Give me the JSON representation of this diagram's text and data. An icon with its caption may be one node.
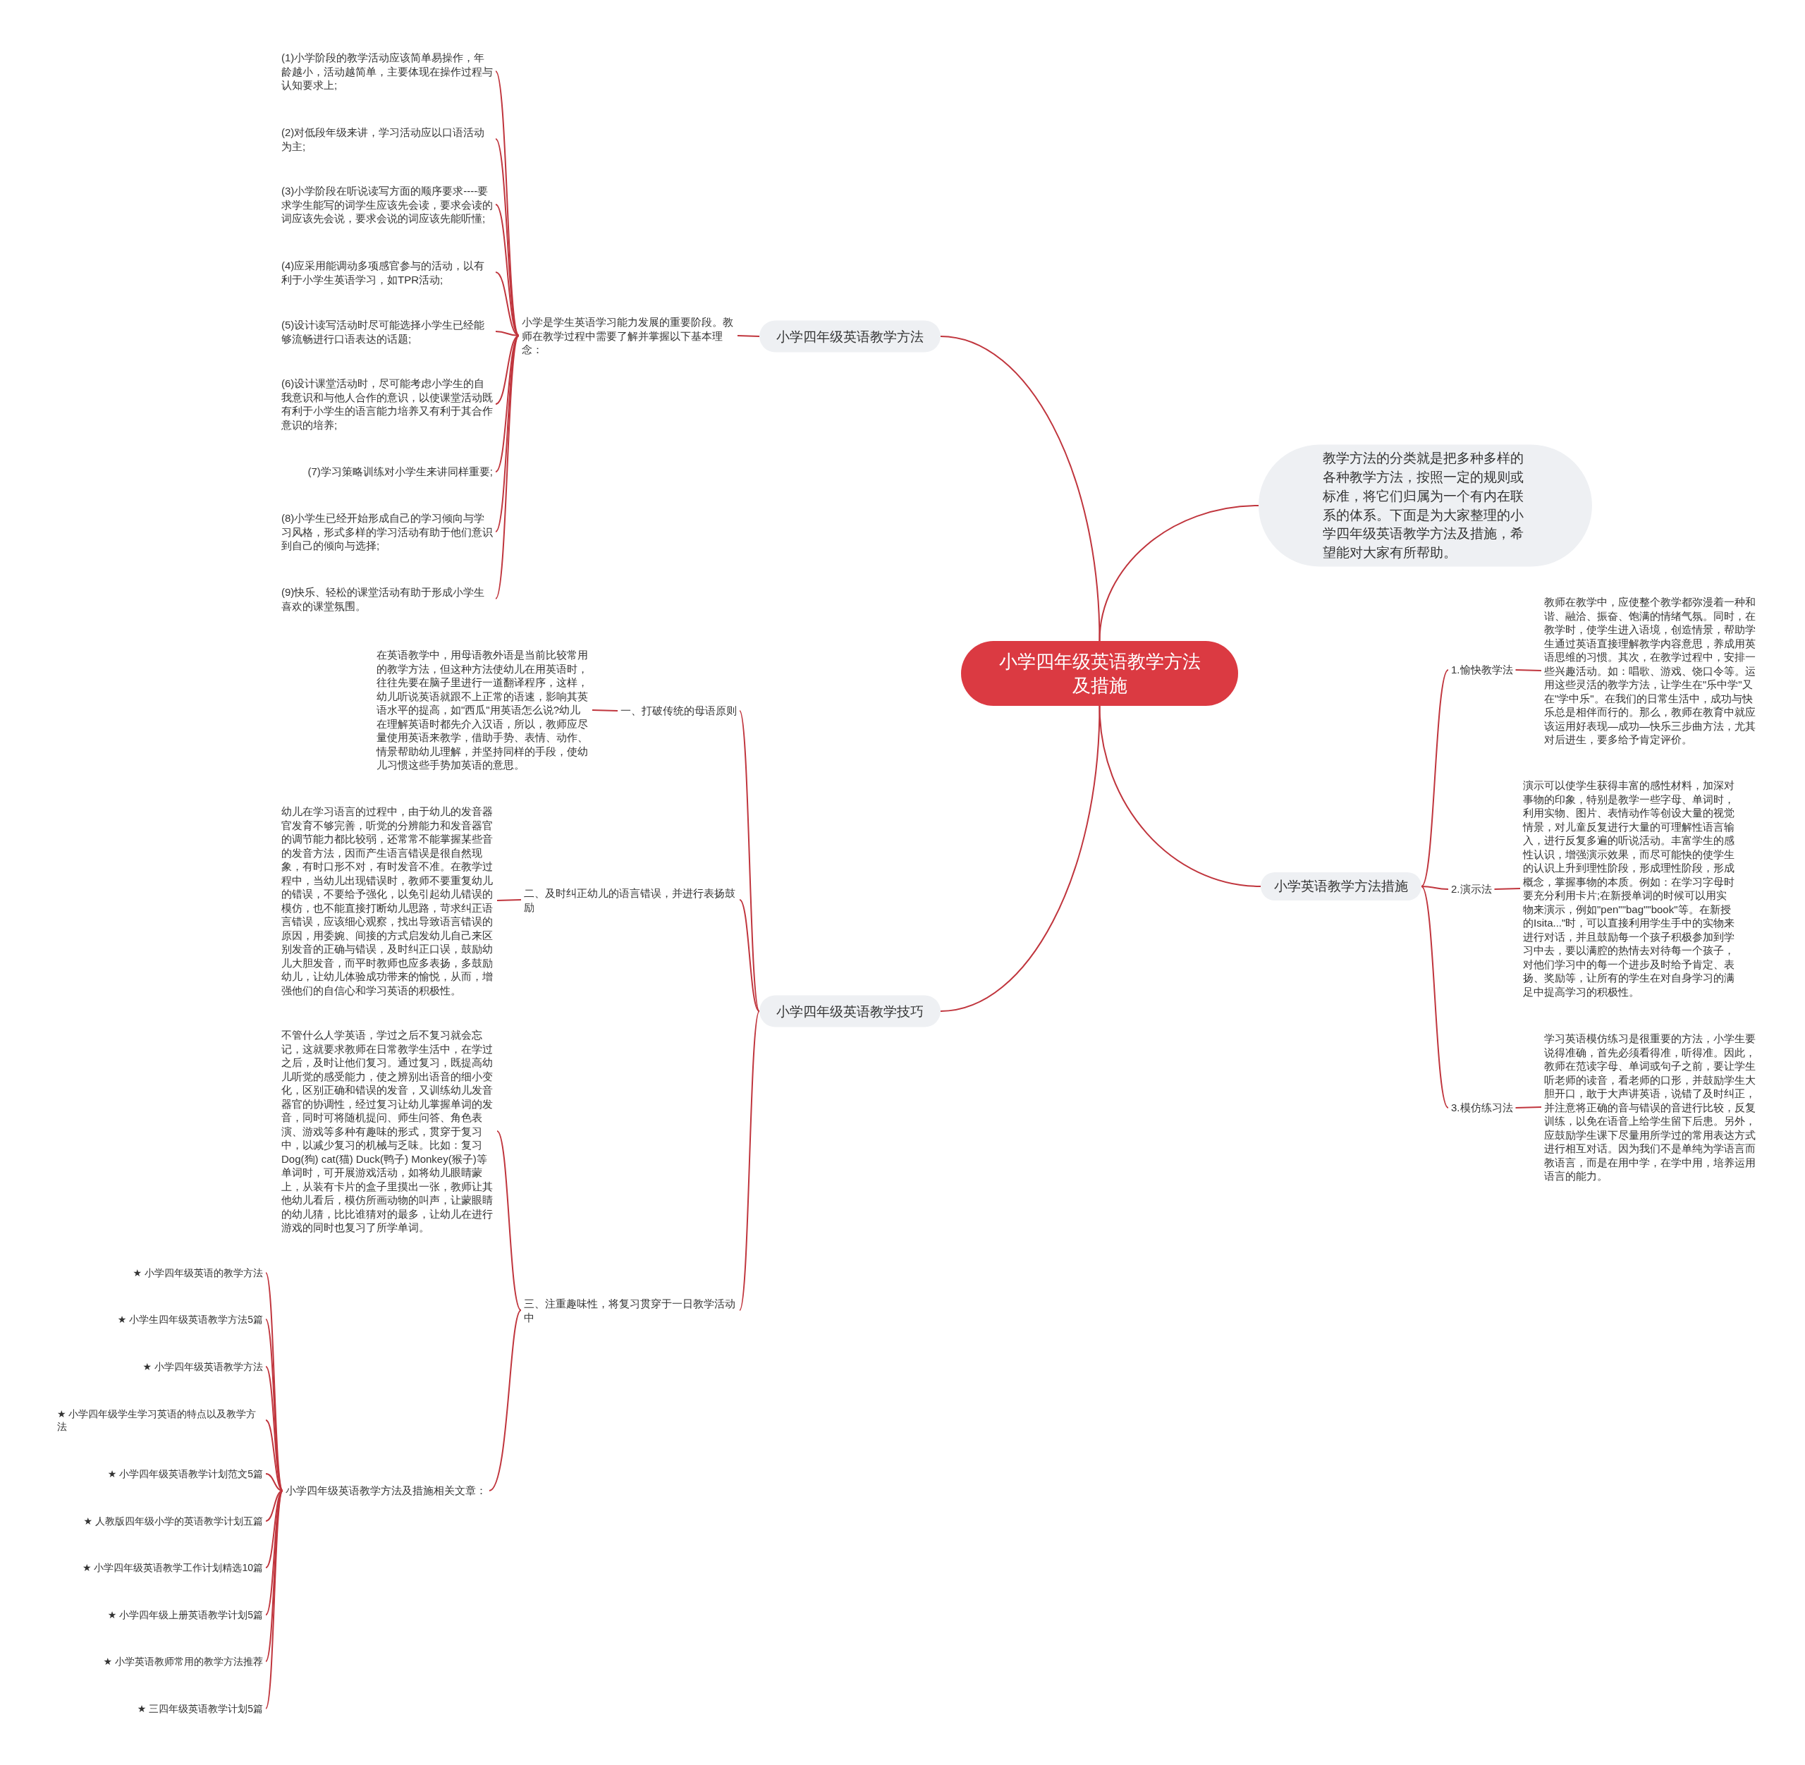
{
  "diagram": {
    "nodes": [
      {
        "text": [
          "小学四年级英语教学方法及措施"
        ]
      },
      {
        "text": [
          "小学四年级英语教学方法"
        ]
      },
      {
        "text": [
          "小学是学生英语学习能力发展的重要阶段。教师在教学过程中需要了解并掌握以下基本理念："
        ]
      },
      {
        "text": [
          "(1)小学阶段的教学活动应该简单易操作，年龄越小，活动越简单，主要体现在操作过程与认知要求上;"
        ]
      },
      {
        "text": [
          "(2)对低段年级来讲，学习活动应以口语活动为主;"
        ]
      },
      {
        "text": [
          "(3)小学阶段在听说读写方面的顺序要求----要求学生能写的词学生应该先会读，要求会读的词应该先会说，要求会说的词应该先能听懂;"
        ]
      },
      {
        "text": [
          "(4)应采用能调动多项感官参与的活动，以有利于小学生英语学习，如TPR活动;"
        ]
      },
      {
        "text": [
          "(5)设计读写活动时尽可能选择小学生已经能够流畅进行口语表达的话题;"
        ]
      },
      {
        "text": [
          "(6)设计课堂活动时，尽可能考虑小学生的自我意识和与他人合作的意识，以使课堂活动既有利于小学生的语言能力培养又有利于其合作意识的培养;"
        ]
      },
      {
        "text": [
          "(7)学习策略训练对小学生来讲同样重要;"
        ]
      },
      {
        "text": [
          "(8)小学生已经开始形成自己的学习倾向与学习风格，形式多样的学习活动有助于他们意识到自己的倾向与选择;"
        ]
      },
      {
        "text": [
          "(9)快乐、轻松的课堂活动有助于形成小学生喜欢的课堂氛围。"
        ]
      },
      {
        "text": [
          "教学方法的分类就是把多种多样的各种教学方法，按照一定的规则或标准，将它们归属为一个有内在联系的体系。下面是为大家整理的小学四年级英语教学方法及措施，希望能对大家有所帮助。"
        ]
      },
      {
        "text": [
          "小学英语教学方法措施"
        ]
      },
      {
        "text": [
          "1.愉快教学法"
        ]
      },
      {
        "text": [
          "教师在教学中，应使整个教学都弥漫着一种和谐、融洽、振奋、饱满的情绪气氛。同时，在教学时，使学生进入语境，创造情景，帮助学生通过英语直接理解教学内容意思，养成用英语思维的习惯。其次，在教学过程中，安排一些兴趣活动。如：唱歌、游戏、饶口令等。运用这些灵活的教学方法，让学生在\"乐中学\"又在\"学中乐\"。在我们的日常生活中，成功与快乐总是相伴而行的。那么，教师在教育中就应该运用好表现—成功—快乐三步曲方法，尤其对后进生，要多给予肯定评价。"
        ]
      },
      {
        "text": [
          "2.演示法"
        ]
      },
      {
        "text": [
          "演示可以使学生获得丰富的感性材料，加深对事物的印象，特别是教学一些字母、单词时，利用实物、图片、表情动作等创设大量的视觉情景，对儿童反复进行大量的可理解性语言输入，进行反复多遍的听说活动。丰富学生的感性认识，增强演示效果，而尽可能快的使学生的认识上升到理性阶段，形成理性阶段，形成概念，掌握事物的本质。例如：在学习字母时要充分利用卡片;在新授单词的时候可以用实物来演示，例如\"pen\"\"bag\"\"book\"等。在新授的Isita...\"时，可以直接利用学生手中的实物来进行对话，并且鼓励每一个孩子积极参加到学习中去，要以满腔的热情去对待每一个孩子，对他们学习中的每一个进步及时给予肯定、表扬、奖励等，让所有的学生在对自身学习的满足中提高学习的积极性。"
        ]
      },
      {
        "text": [
          "3.模仿练习法"
        ]
      },
      {
        "text": [
          "学习英语模仿练习是很重要的方法，小学生要说得准确，首先必须看得准，听得准。因此，教师在范读字母、单词或句子之前，要让学生听老师的读音，看老师的口形，并鼓励学生大胆开口，敢于大声讲英语，说错了及时纠正，并注意将正确的音与错误的音进行比较，反复训练，以免在语音上给学生留下后患。另外，应鼓励学生课下尽量用所学过的常用表达方式进行相互对话。因为我们不是单纯为学语言而教语言，而是在用中学，在学中用，培养运用语言的能力。"
        ]
      },
      {
        "text": [
          "小学四年级英语教学技巧"
        ]
      },
      {
        "text": [
          "一、打破传统的母语原则"
        ]
      },
      {
        "text": [
          "在英语教学中，用母语教外语是当前比较常用的教学方法，但这种方法使幼儿在用英语时，往往先要在脑子里进行一道翻译程序，这样，幼儿听说英语就跟不上正常的语速，影响其英语水平的提高，如\"西瓜\"用英语怎么说?幼儿在理解英语时都先介入汉语，所以，教师应尽量使用英语来教学，借助手势、表情、动作、情景帮助幼儿理解，并坚持同样的手段，使幼儿习惯这些手势加英语的意思。"
        ]
      },
      {
        "text": [
          "二、及时纠正幼儿的语言错误，并进行表扬鼓励"
        ]
      },
      {
        "text": [
          "幼儿在学习语言的过程中，由于幼儿的发音器官发育不够完善，听觉的分辨能力和发音器官的调节能力都比较弱，还常常不能掌握某些音的发音方法，因而产生语言错误是很自然现象，有时口形不对，有时发音不准。在教学过程中，当幼儿出现错误时，教师不要重复幼儿的错误，不要给予强化，以免引起幼儿错误的模仿，也不能直接打断幼儿思路，苛求纠正语言错误，应该细心观察，找出导致语言错误的原因，用委婉、间接的方式启发幼儿自己来区别发音的正确与错误，及时纠正口误，鼓励幼儿大胆发音，而平时教师也应多表扬，多鼓励幼儿，让幼儿体验成功带来的愉悦，从而，增强他们的自信心和学习英语的积极性。"
        ]
      },
      {
        "text": [
          "三、注重趣味性，将复习贯穿于一日教学活动中"
        ]
      },
      {
        "text": [
          "不管什么人学英语，学过之后不复习就会忘记，这就要求教师在日常教学生活中，在学过之后，及时让他们复习。通过复习，既提高幼儿听觉的感受能力，使之辨别出语音的细小变化，区别正确和错误的发音，又训练幼儿发音器官的协调性，经过复习让幼儿掌握单词的发音，同时可将随机提问、师生问答、角色表演、游戏等多种有趣味的形式，贯穿于复习中，以减少复习的机械与乏味。比如：复习 Dog(狗) cat(猫) Duck(鸭子) Monkey(猴子)等单词时，可开展游戏活动，如将幼儿眼睛蒙上，从装有卡片的盒子里摸出一张，教师让其他幼儿看后，模仿所画动物的叫声，让蒙眼睛的幼儿猜，比比谁猜对的最多，让幼儿在进行游戏的同时也复习了所学单词。"
        ]
      },
      {
        "text": [
          "小学四年级英语教学方法及措施相关文章："
        ]
      },
      {
        "text": [
          "★ 小学四年级英语的教学方法"
        ]
      },
      {
        "text": [
          "★ 小学生四年级英语教学方法5篇"
        ]
      },
      {
        "text": [
          "★ 小学四年级英语教学方法"
        ]
      },
      {
        "text": [
          "★ 小学四年级学生学习英语的特点以及教学方法"
        ]
      },
      {
        "text": [
          "★ 小学四年级英语教学计划范文5篇"
        ]
      },
      {
        "text": [
          "★ 人教版四年级小学的英语教学计划五篇"
        ]
      },
      {
        "text": [
          "★ 小学四年级英语教学工作计划精选10篇"
        ]
      },
      {
        "text": [
          "★ 小学四年级上册英语教学计划5篇"
        ]
      },
      {
        "text": [
          "★ 小学英语教师常用的教学方法推荐"
        ]
      },
      {
        "text": [
          "★ 三四年级英语教学计划5篇"
        ]
      }
    ],
    "edges": [
      {
        "from": 0,
        "to": 1,
        "arrow": "none"
      },
      {
        "from": 1,
        "to": 2,
        "arrow": "none"
      },
      {
        "from": 2,
        "to": 3,
        "arrow": "none"
      },
      {
        "from": 2,
        "to": 4,
        "arrow": "none"
      },
      {
        "from": 2,
        "to": 5,
        "arrow": "none"
      },
      {
        "from": 2,
        "to": 6,
        "arrow": "none"
      },
      {
        "from": 2,
        "to": 7,
        "arrow": "none"
      },
      {
        "from": 2,
        "to": 8,
        "arrow": "none"
      },
      {
        "from": 2,
        "to": 9,
        "arrow": "none"
      },
      {
        "from": 2,
        "to": 10,
        "arrow": "none"
      },
      {
        "from": 2,
        "to": 11,
        "arrow": "none"
      },
      {
        "from": 0,
        "to": 12,
        "arrow": "none"
      },
      {
        "from": 0,
        "to": 13,
        "arrow": "none"
      },
      {
        "from": 13,
        "to": 14,
        "arrow": "none"
      },
      {
        "from": 14,
        "to": 15,
        "arrow": "none"
      },
      {
        "from": 13,
        "to": 16,
        "arrow": "none"
      },
      {
        "from": 16,
        "to": 17,
        "arrow": "none"
      },
      {
        "from": 13,
        "to": 18,
        "arrow": "none"
      },
      {
        "from": 18,
        "to": 19,
        "arrow": "none"
      },
      {
        "from": 0,
        "to": 20,
        "arrow": "none"
      },
      {
        "from": 20,
        "to": 21,
        "arrow": "none"
      },
      {
        "from": 21,
        "to": 22,
        "arrow": "none"
      },
      {
        "from": 20,
        "to": 23,
        "arrow": "none"
      },
      {
        "from": 23,
        "to": 24,
        "arrow": "none"
      },
      {
        "from": 20,
        "to": 25,
        "arrow": "none"
      },
      {
        "from": 25,
        "to": 26,
        "arrow": "none"
      },
      {
        "from": 25,
        "to": 27,
        "arrow": "none"
      },
      {
        "from": 27,
        "to": 28,
        "arrow": "none"
      },
      {
        "from": 27,
        "to": 29,
        "arrow": "none"
      },
      {
        "from": 27,
        "to": 30,
        "arrow": "none"
      },
      {
        "from": 27,
        "to": 31,
        "arrow": "none"
      },
      {
        "from": 27,
        "to": 32,
        "arrow": "none"
      },
      {
        "from": 27,
        "to": 33,
        "arrow": "none"
      },
      {
        "from": 27,
        "to": 34,
        "arrow": "none"
      },
      {
        "from": 27,
        "to": 35,
        "arrow": "none"
      },
      {
        "from": 27,
        "to": 36,
        "arrow": "none"
      },
      {
        "from": 27,
        "to": 37,
        "arrow": "none"
      }
    ]
  }
}
